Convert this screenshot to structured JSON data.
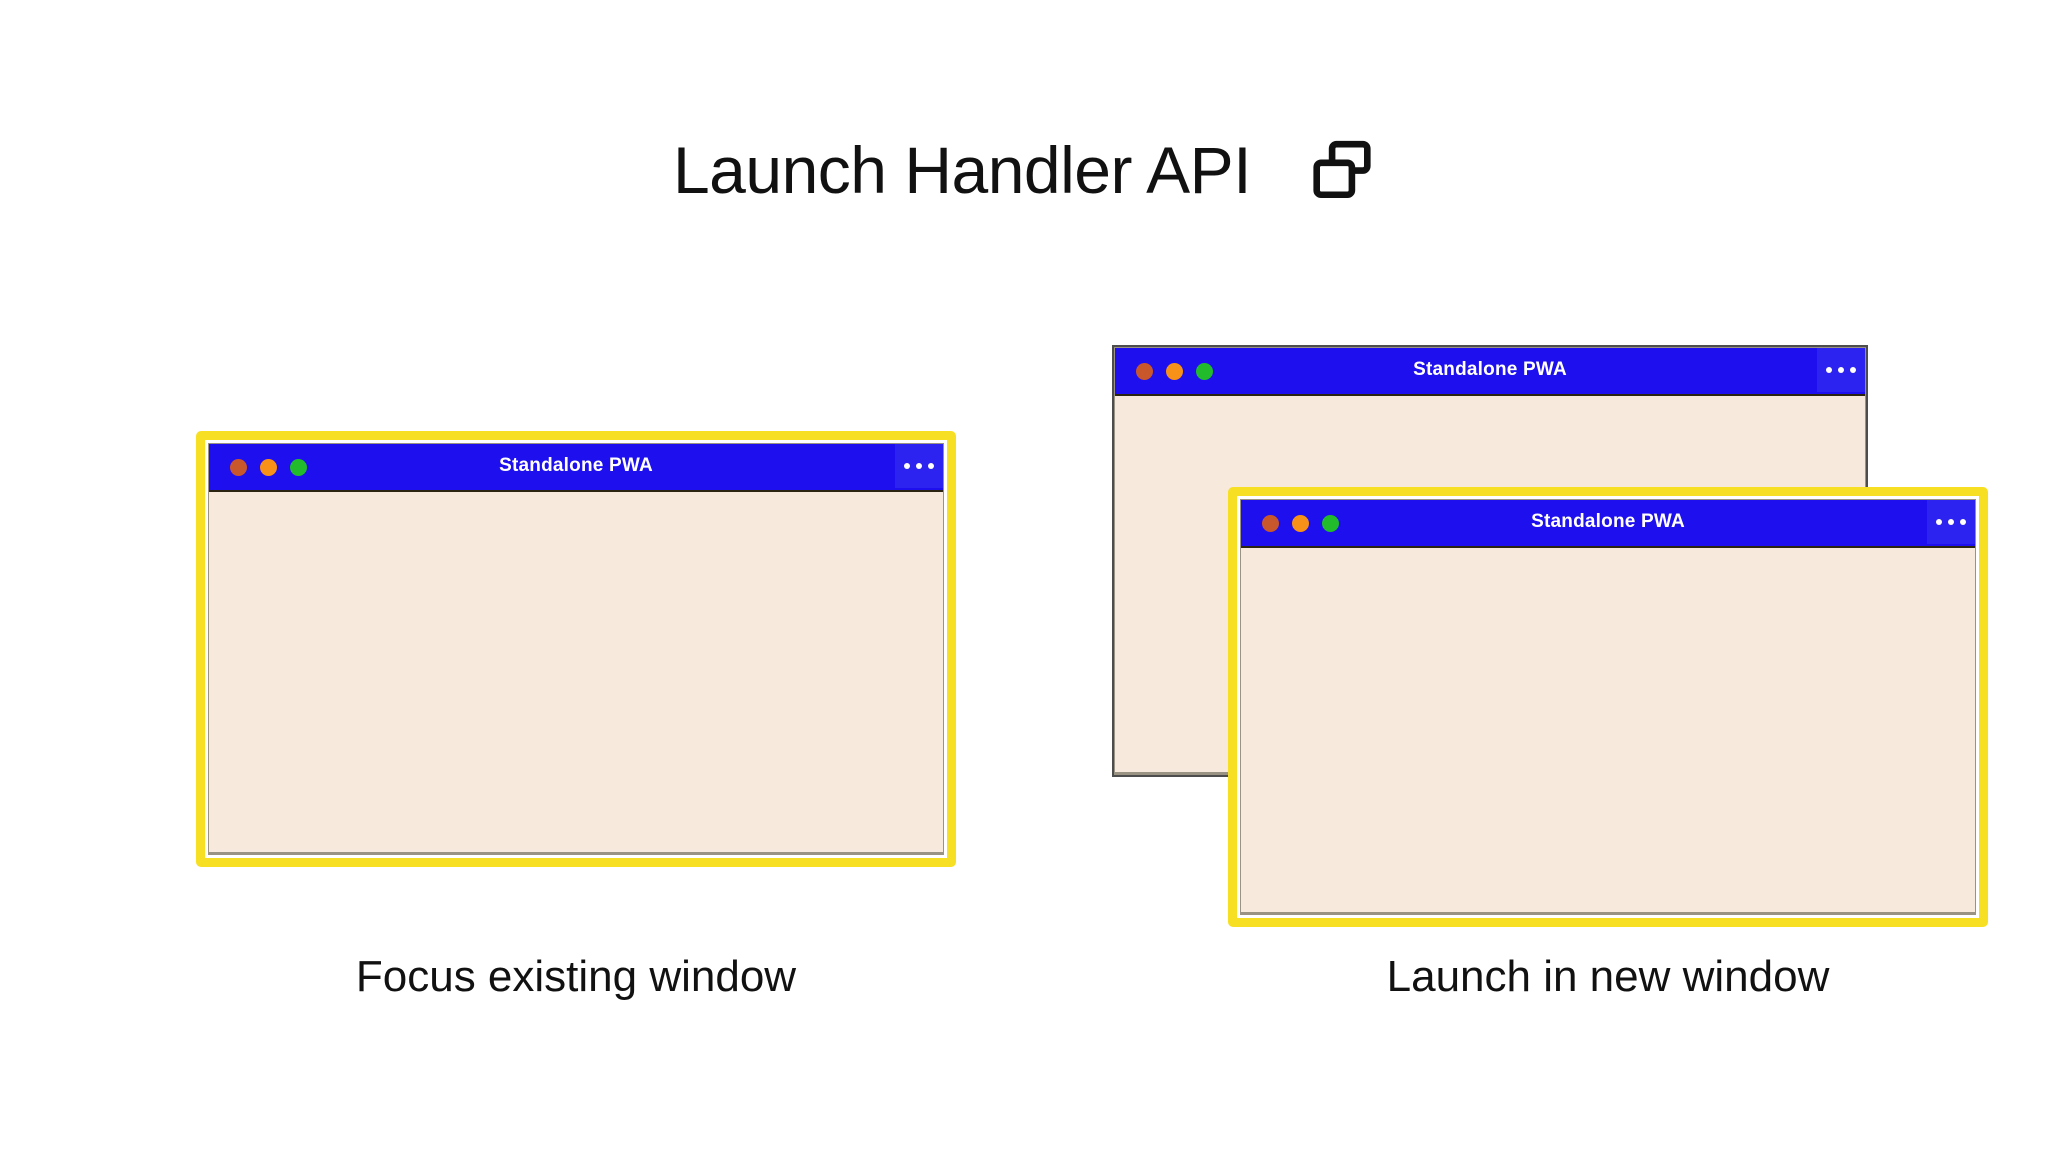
{
  "header": {
    "title": "Launch Handler API",
    "icon": "multi-window-icon"
  },
  "windows": {
    "focus_existing": {
      "title": "Standalone PWA",
      "menu_icon": "overflow-menu-icon",
      "focused": true,
      "traffic_lights": [
        "close-dot",
        "minimize-dot",
        "maximize-dot"
      ]
    },
    "background": {
      "title": "Standalone PWA",
      "menu_icon": "overflow-menu-icon",
      "focused": false,
      "traffic_lights": [
        "close-dot",
        "minimize-dot",
        "maximize-dot"
      ]
    },
    "new_window": {
      "title": "Standalone PWA",
      "menu_icon": "overflow-menu-icon",
      "focused": true,
      "traffic_lights": [
        "close-dot",
        "minimize-dot",
        "maximize-dot"
      ]
    }
  },
  "captions": {
    "left": "Focus existing window",
    "right": "Launch in new window"
  },
  "colors": {
    "title_bar_blue": "#1e10ee",
    "menu_panel_blue": "#2d23f0",
    "focus_highlight_yellow": "#f7df24",
    "window_body_cream": "#f7eadc",
    "dot_red": "#c8572c",
    "dot_amber": "#f79117",
    "dot_green": "#22bb2b",
    "text_black": "#111111",
    "page_background": "#ffffff"
  }
}
